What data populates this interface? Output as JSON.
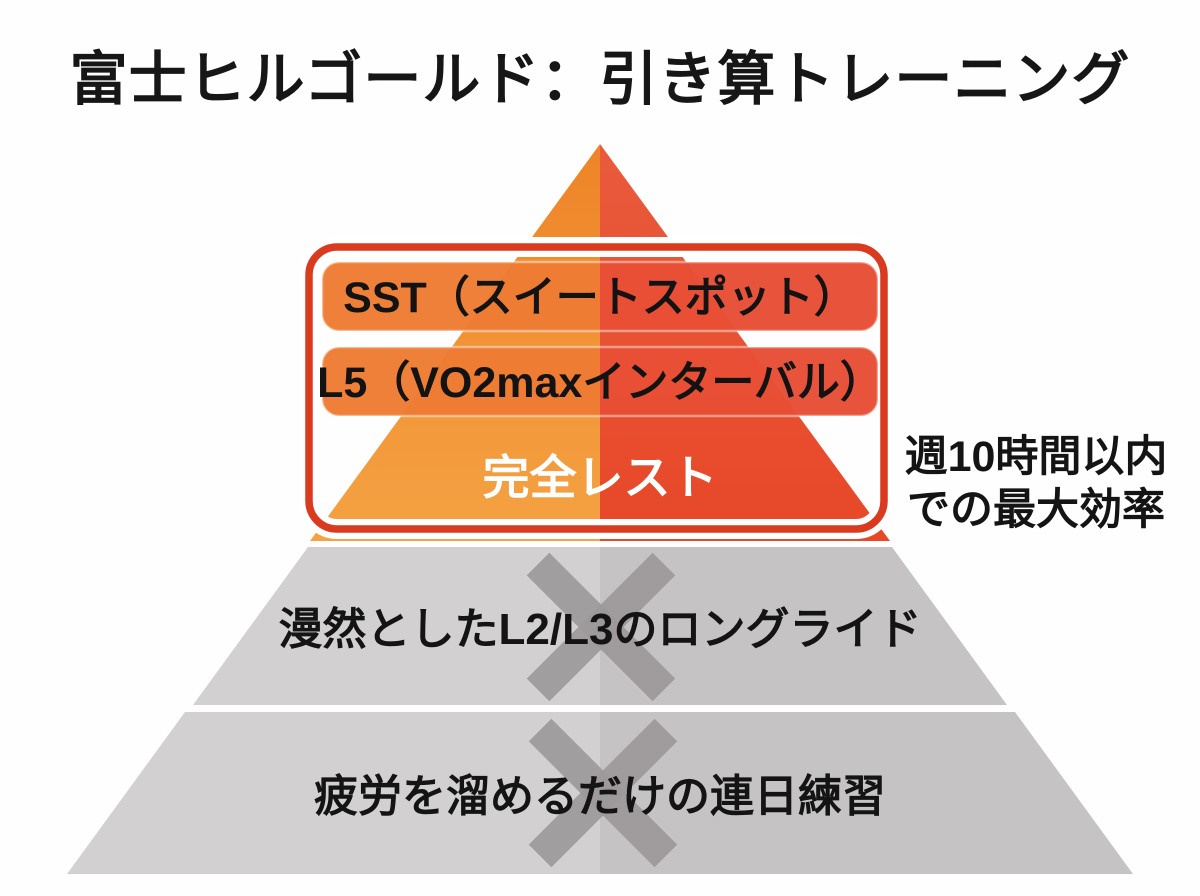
{
  "title": "富士ヒルゴールド：引き算トレーニング",
  "keep_box": {
    "items": [
      {
        "label": "SST（スイートスポット）"
      },
      {
        "label": "L5（VO2maxインターバル）"
      },
      {
        "label": "完全レスト"
      }
    ]
  },
  "annotation": {
    "line1": "週10時間以内",
    "line2": "での最大効率"
  },
  "removed": [
    {
      "label": "漫然としたL2/L3のロングライド",
      "icon": "x-mark"
    },
    {
      "label": "疲労を溜めるだけの連日練習",
      "icon": "x-mark"
    }
  ],
  "colors": {
    "triangle_left": "#F2912F",
    "triangle_right": "#E84E2D",
    "box_border": "#DA3A1E",
    "pill_left": "#EE7C33",
    "pill_right": "#E84F35",
    "gray_left": "#D2D0D0",
    "gray_right": "#C5C3C3",
    "x_mark": "#9C999B",
    "text": "#141414",
    "rest_text": "#FFFFFF"
  }
}
